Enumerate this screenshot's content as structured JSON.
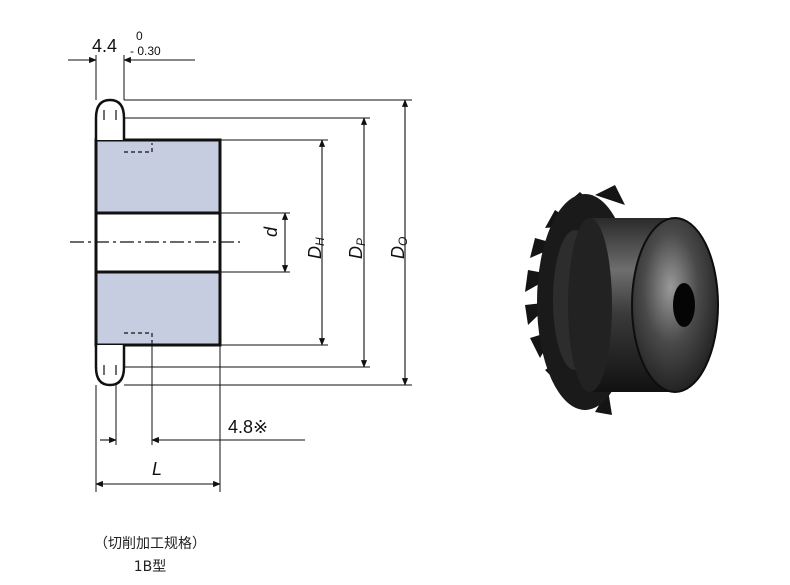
{
  "drawing": {
    "dim_width": "4.4",
    "tol_upper": "0",
    "tol_lower": "- 0.30",
    "dim_offset": "4.8※",
    "label_d": "d",
    "label_dh_main": "D",
    "label_dh_sub": "H",
    "label_dp_main": "D",
    "label_dp_sub": "P",
    "label_do_main": "D",
    "label_do_sub": "O",
    "label_l": "L"
  },
  "caption": {
    "line1": "（切削加工规格）",
    "line2": "1B型"
  },
  "colors": {
    "hub_fill": "#c6cde0",
    "line": "#111111",
    "photo_bg": "#ffffff"
  }
}
